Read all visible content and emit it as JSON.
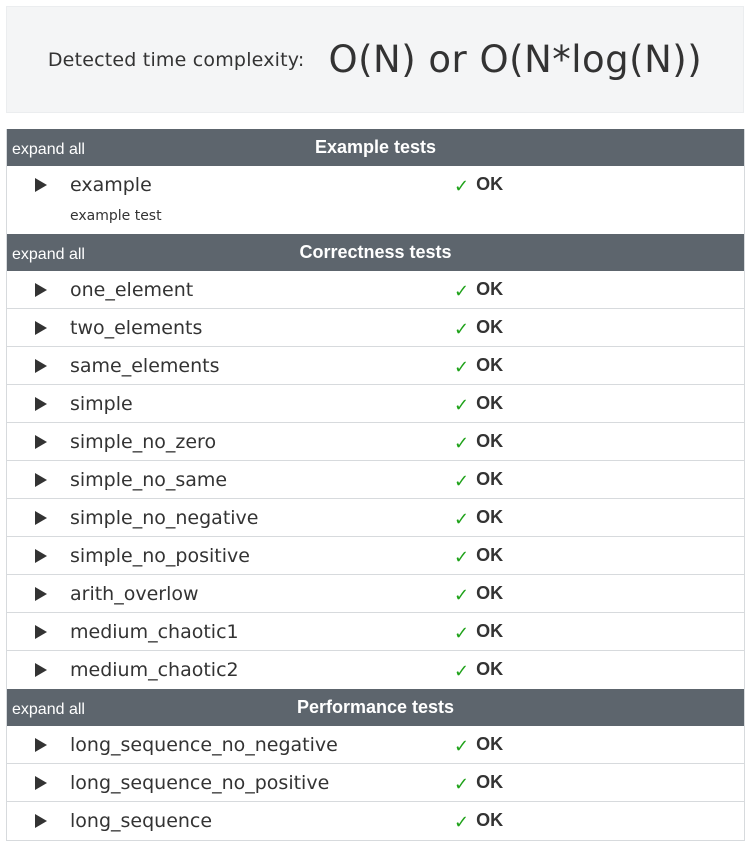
{
  "complexity": {
    "label": "Detected time complexity:",
    "value": "O(N) or O(N*log(N))"
  },
  "colors": {
    "header_bg": "#5d656d",
    "ok_check": "#1fa21a",
    "summary_bg": "#f4f5f6"
  },
  "icons": {
    "toggle": "play-triangle-icon",
    "check": "check-mark-icon"
  },
  "sections": [
    {
      "expand_label": "expand all",
      "title": "Example tests",
      "tests": [
        {
          "name": "example",
          "result": "OK",
          "check": "✓",
          "description": "example test"
        }
      ]
    },
    {
      "expand_label": "expand all",
      "title": "Correctness tests",
      "tests": [
        {
          "name": "one_element",
          "result": "OK",
          "check": "✓"
        },
        {
          "name": "two_elements",
          "result": "OK",
          "check": "✓"
        },
        {
          "name": "same_elements",
          "result": "OK",
          "check": "✓"
        },
        {
          "name": "simple",
          "result": "OK",
          "check": "✓"
        },
        {
          "name": "simple_no_zero",
          "result": "OK",
          "check": "✓"
        },
        {
          "name": "simple_no_same",
          "result": "OK",
          "check": "✓"
        },
        {
          "name": "simple_no_negative",
          "result": "OK",
          "check": "✓"
        },
        {
          "name": "simple_no_positive",
          "result": "OK",
          "check": "✓"
        },
        {
          "name": "arith_overlow",
          "result": "OK",
          "check": "✓"
        },
        {
          "name": "medium_chaotic1",
          "result": "OK",
          "check": "✓"
        },
        {
          "name": "medium_chaotic2",
          "result": "OK",
          "check": "✓"
        }
      ]
    },
    {
      "expand_label": "expand all",
      "title": "Performance tests",
      "tests": [
        {
          "name": "long_sequence_no_negative",
          "result": "OK",
          "check": "✓"
        },
        {
          "name": "long_sequence_no_positive",
          "result": "OK",
          "check": "✓"
        },
        {
          "name": "long_sequence",
          "result": "OK",
          "check": "✓"
        }
      ]
    }
  ]
}
